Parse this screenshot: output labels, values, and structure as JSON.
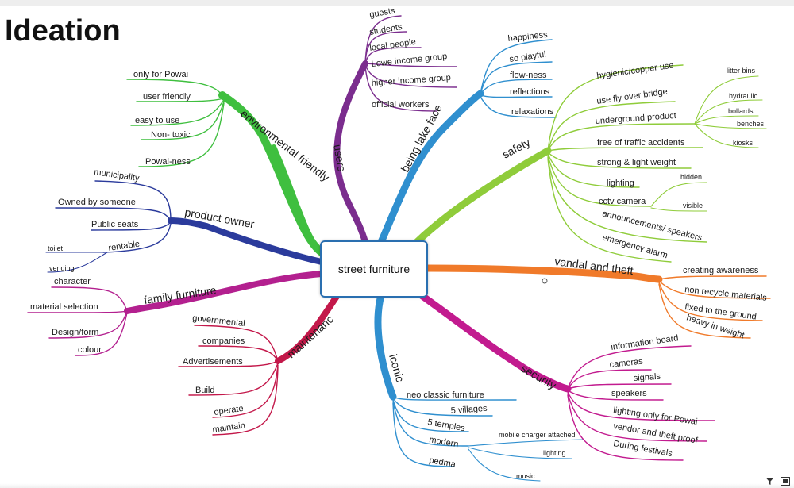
{
  "title": "Ideation",
  "center": "street furniture",
  "branches": {
    "environmental": {
      "label": "environmental friendly",
      "color": "#3fbf3f",
      "items": [
        "only for Powai",
        "user friendly",
        "easy to use",
        "Non- toxic",
        "Powai-ness"
      ]
    },
    "users": {
      "label": "users",
      "color": "#7b2d8e",
      "items": [
        "guests",
        "students",
        "local people",
        "Lowe income group",
        "higher income group",
        "official workers"
      ]
    },
    "lake": {
      "label": "being lake face",
      "color": "#2f8fcf",
      "items": [
        "happiness",
        "so playful",
        "flow-ness",
        "reflections",
        "relaxations"
      ]
    },
    "safety": {
      "label": "safety",
      "color": "#8fcc3a",
      "items": [
        "hygienic/copper use",
        "use fly over bridge",
        "underground product",
        "free of traffic accidents",
        "strong & light weight",
        "lighting",
        "cctv camera",
        "announcements/ speakers",
        "emergency alarm"
      ],
      "underground_sub": [
        "litter bins",
        "hydraulic",
        "bollards",
        "benches",
        "kiosks"
      ],
      "cctv_sub": [
        "hidden",
        "visible"
      ]
    },
    "owner": {
      "label": "product owner",
      "color": "#2b3b9c",
      "items": [
        "municipality",
        "Owned by someone",
        "Public seats",
        "rentable"
      ],
      "rentable_sub": [
        "toilet",
        "vending"
      ]
    },
    "family": {
      "label": "family furniture",
      "color": "#b3208f",
      "items": [
        "character",
        "material selection",
        "Design/form",
        "colour"
      ]
    },
    "maintenance": {
      "label": "maintenanc",
      "color": "#c3184a",
      "items": [
        "governmental",
        "companies",
        "Advertisements",
        "Build",
        "operate",
        "maintain"
      ]
    },
    "iconic": {
      "label": "iconic",
      "color": "#2f8fcf",
      "items": [
        "neo classic furniture",
        "5 villages",
        "5 temples",
        "modern",
        "pedma"
      ],
      "modern_sub": [
        "mobile charger attached",
        "lighting",
        "music"
      ]
    },
    "vandal": {
      "label": "vandal and theft",
      "color": "#f07a2a",
      "items": [
        "creating awareness",
        "non recycle materials",
        "fixed to the ground",
        "heavy in weight"
      ]
    },
    "security": {
      "label": "security",
      "color": "#c21b8f",
      "items": [
        "information board",
        "cameras",
        "signals",
        "speakers",
        "lighting only for Powai",
        "vendor and theft proof",
        "During festivals"
      ]
    }
  },
  "toolbar": {
    "filter_icon": "filter-icon",
    "fullscreen_icon": "fullscreen-icon"
  }
}
